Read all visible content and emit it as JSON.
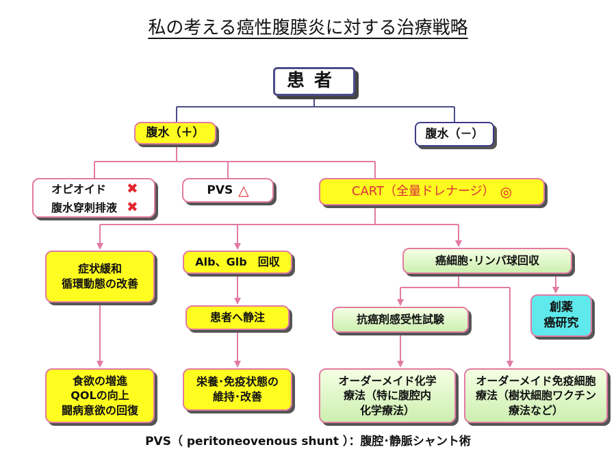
{
  "title": "私の考える癌性腹膜炎に対する治療戦略",
  "patient": "患者",
  "ascites_pos": "腹水（＋）",
  "ascites_neg": "腹水（－）",
  "opioid": "オピオイド",
  "drainage": "腹水穿刺排液",
  "pvs": "PVS",
  "cart": "CART（全量ドレナージ）",
  "mark_x": "✖",
  "mark_triangle": "△",
  "mark_double_circle": "◎",
  "symptom_line1": "症状緩和",
  "symptom_line2": "循環動態の改善",
  "alb": "Alb、Glb　回収",
  "reinfuse": "患者へ静注",
  "nutrition_line1": "栄養･免疫状態の",
  "nutrition_line2": "維持･改善",
  "cells": "癌細胞･リンパ球回収",
  "drug_research_line1": "創薬",
  "drug_research_line2": "癌研究",
  "sensitivity": "抗癌剤感受性試験",
  "appetite_line1": "食欲の増進",
  "appetite_line2": "QOLの向上",
  "appetite_line3": "闘病意欲の回復",
  "chemo_line1": "オーダーメイド化学",
  "chemo_line2": "療法（特に腹腔内",
  "chemo_line3": "化学療法）",
  "immuno_line1": "オーダーメイド免疫細胞",
  "immuno_line2": "療法（樹状細胞ワクチン",
  "immuno_line3": "療法など）",
  "footnote": "PVS（ peritoneovenous shunt ）：腹腔･静脈シャント術",
  "colors": {
    "yellow": "#fffc1f",
    "pink_line": "#e27aa2",
    "navy_line": "#4b4b8a",
    "cyan": "#5fe9ec",
    "red_mark": "#e2262e"
  }
}
